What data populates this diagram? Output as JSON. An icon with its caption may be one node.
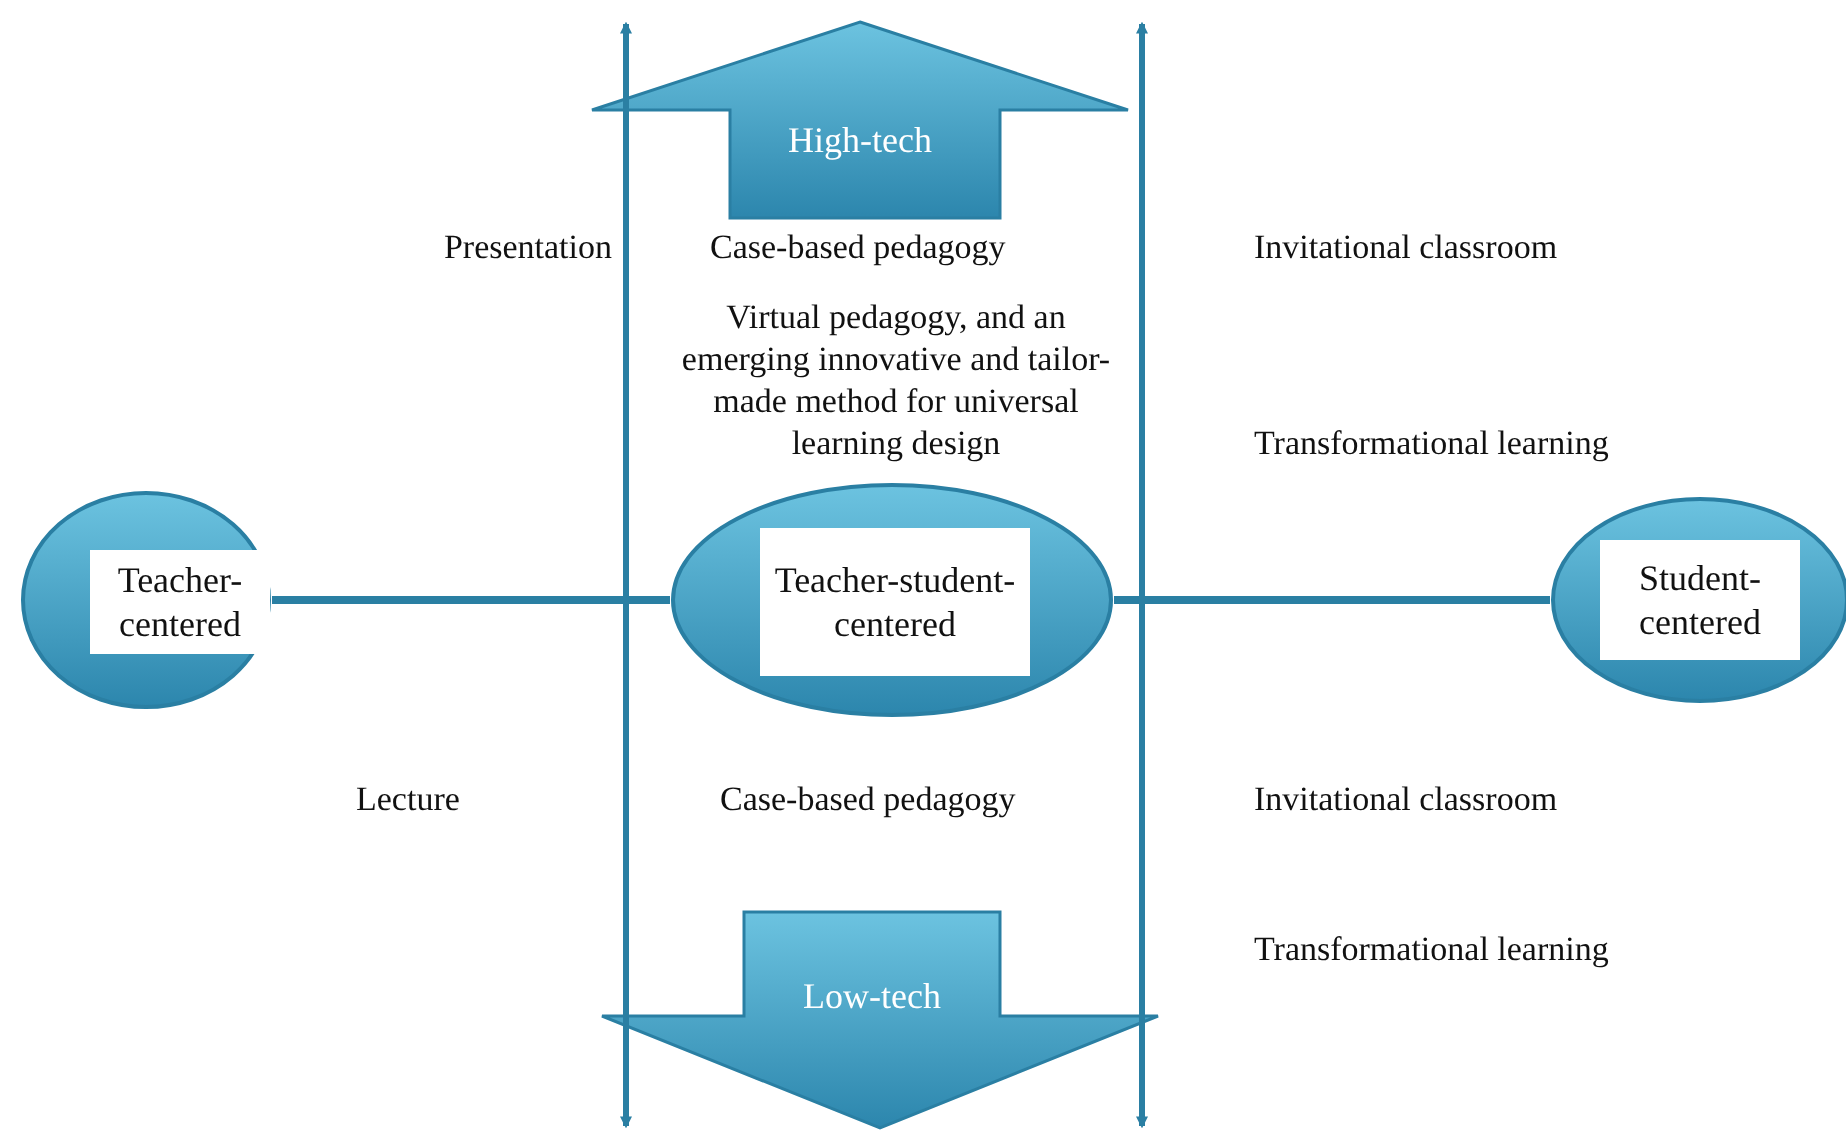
{
  "diagram": {
    "nodes": [
      {
        "text": [
          "High-tech"
        ]
      },
      {
        "text": [
          "Teacher-centered"
        ]
      },
      {
        "text": [
          "Teacher-student-centered"
        ]
      },
      {
        "text": [
          "Student-centered"
        ]
      },
      {
        "text": [
          "Low-tech"
        ]
      }
    ],
    "edges": [
      {
        "from": 1,
        "to": 2,
        "arrow": "none"
      },
      {
        "from": 2,
        "to": 3,
        "arrow": "none"
      }
    ],
    "labels": [
      "Presentation",
      "Case-based pedagogy",
      "Invitational classroom",
      "Virtual pedagogy, and an emerging innovative and tailor-made method for universal learning design",
      "Transformational learning",
      "Lecture",
      "Case-based pedagogy",
      "Invitational classroom",
      "Transformational learning"
    ]
  }
}
